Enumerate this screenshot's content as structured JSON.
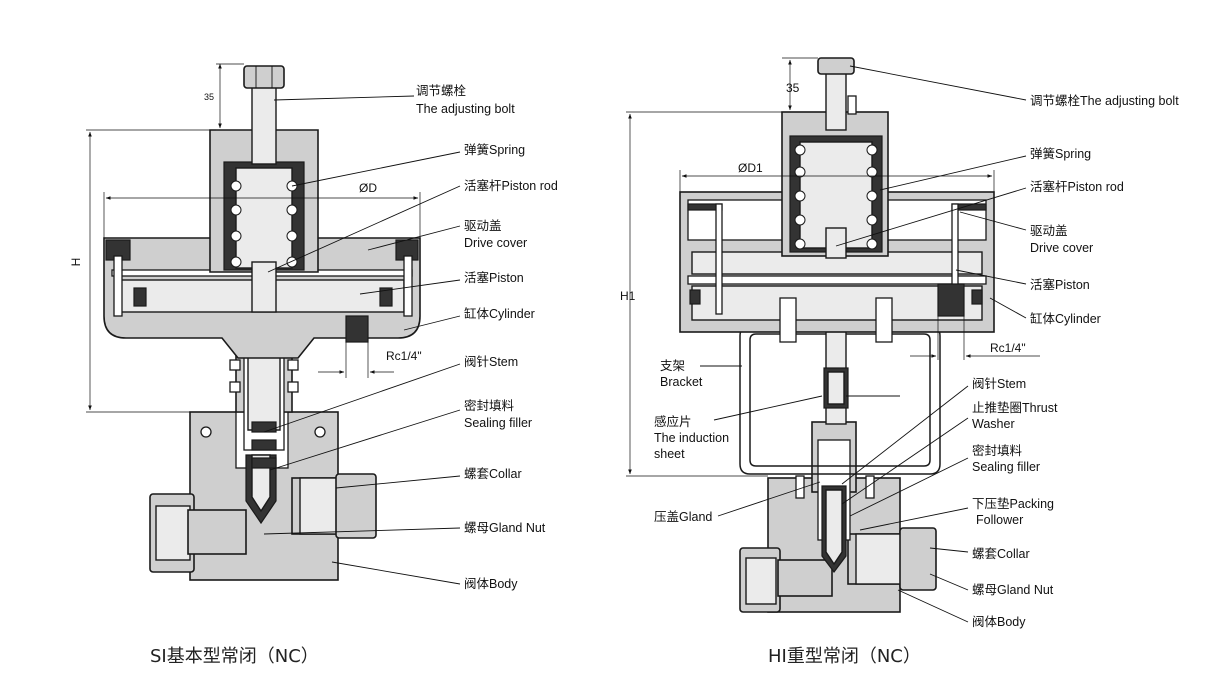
{
  "left_figure": {
    "caption": "SI基本型常闭（NC）",
    "dims": {
      "top": "35",
      "height": "H",
      "diameter": "ØD",
      "port": "Rc1/4\""
    },
    "labels": [
      [
        "调节螺栓",
        "The adjusting bolt"
      ],
      [
        "弹簧Spring",
        ""
      ],
      [
        "活塞杆Piston rod",
        ""
      ],
      [
        "驱动盖",
        "Drive cover"
      ],
      [
        "活塞Piston",
        ""
      ],
      [
        "缸体Cylinder",
        ""
      ],
      [
        "阀针Stem",
        ""
      ],
      [
        "密封填料",
        "Sealing filler"
      ],
      [
        "螺套Collar",
        ""
      ],
      [
        "螺母Gland Nut",
        ""
      ],
      [
        "阀体Body",
        ""
      ]
    ]
  },
  "right_figure": {
    "caption": "HI重型常闭（NC）",
    "dims": {
      "top": "35",
      "height": "H1",
      "diameter": "ØD1",
      "port": "Rc1/4\""
    },
    "labels_right": [
      [
        "调节螺栓The adjusting bolt",
        ""
      ],
      [
        "弹簧Spring",
        ""
      ],
      [
        "活塞杆Piston rod",
        ""
      ],
      [
        "驱动盖",
        "Drive cover"
      ],
      [
        "活塞Piston",
        ""
      ],
      [
        "缸体Cylinder",
        ""
      ],
      [
        "阀针Stem",
        ""
      ],
      [
        "止推垫圈Thrust",
        "Washer"
      ],
      [
        "密封填料",
        "Sealing filler"
      ],
      [
        "下压垫Packing",
        "Follower"
      ],
      [
        "螺套Collar",
        ""
      ],
      [
        "螺母Gland Nut",
        ""
      ],
      [
        "阀体Body",
        ""
      ]
    ],
    "labels_left": [
      [
        "支架",
        "Bracket"
      ],
      [
        "感应片",
        "The induction",
        "sheet"
      ],
      [
        "压盖Gland",
        ""
      ]
    ]
  }
}
